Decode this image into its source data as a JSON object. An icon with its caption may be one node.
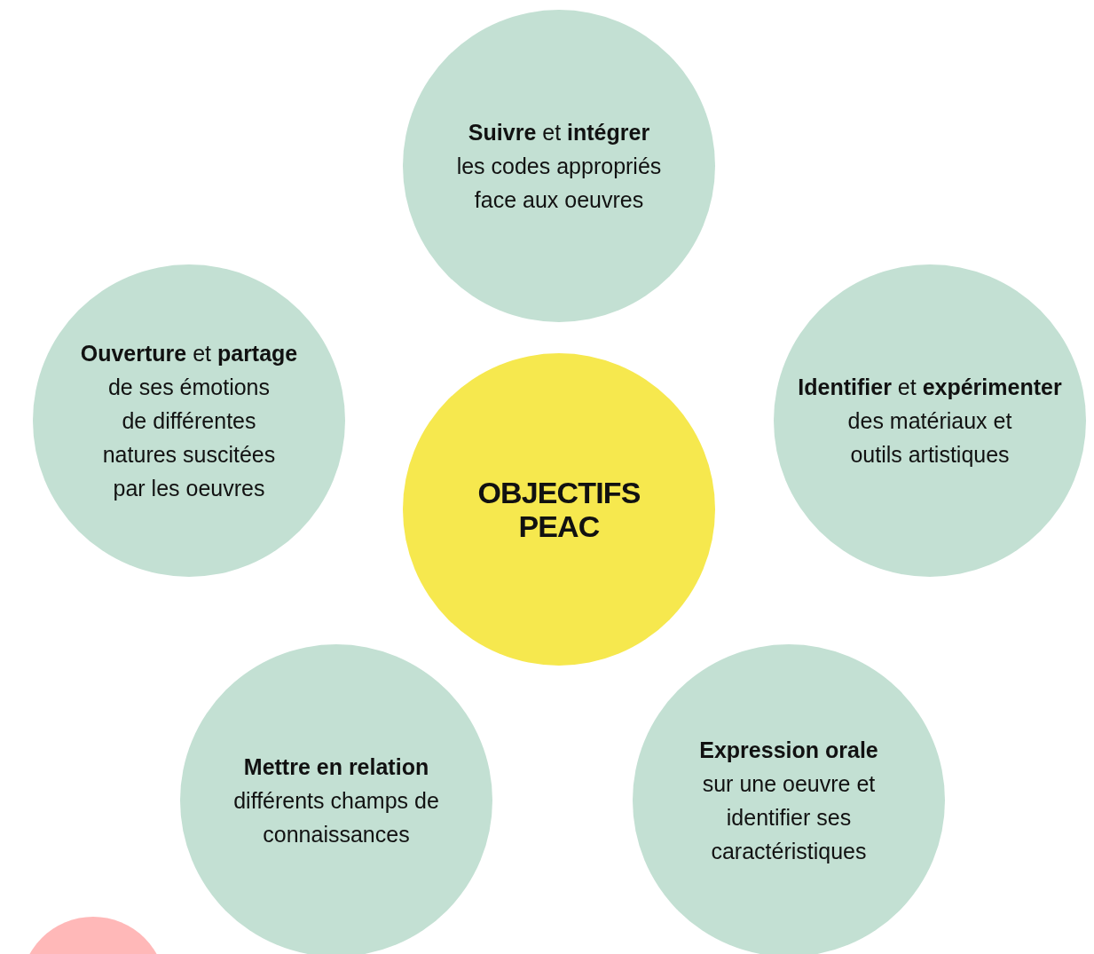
{
  "diagram": {
    "nodes": [
      {
        "text": [
          "**Suivre** et **intégrer**",
          "les codes appropriés face aux oeuvres"
        ]
      },
      {
        "text": [
          "**Ouverture** et **partage**",
          "de ses émotions de différentes natures suscitées par les oeuvres"
        ]
      },
      {
        "text": [
          "**Identifier** et **expérimenter**",
          "des matériaux et outils artistiques"
        ]
      },
      {
        "text": [
          "OBJECTIFS PEAC"
        ]
      },
      {
        "text": [
          "Mettre en relation",
          "différents champs de connaissances"
        ]
      },
      {
        "text": [
          "Expression orale",
          "sur une oeuvre et identifier ses caractéristiques"
        ]
      },
      {
        "text": [],
        "shape": "circle"
      }
    ]
  }
}
